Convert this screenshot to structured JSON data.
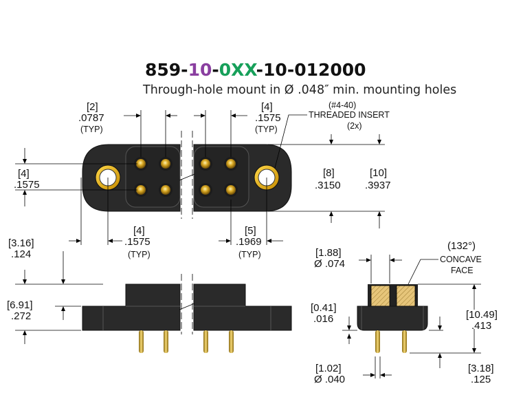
{
  "title": {
    "part_prefix": "859-",
    "part_seg2": "10",
    "part_dash1": "-",
    "part_seg3": "0XX",
    "part_suffix": "-10-012000",
    "seg2_color": "#8a3fa0",
    "seg3_color": "#17a05a",
    "subtitle": "Through-hole mount in Ø .048″ min. mounting holes"
  },
  "top_view": {
    "pitch_typ": {
      "mm": "[2]",
      "in": ".0787",
      "note": "(TYP)"
    },
    "row_pitch_typ": {
      "mm": "[4]",
      "in": ".1575",
      "note": "(TYP)"
    },
    "insert_callout": {
      "spec": "(#4-40)",
      "label": "THREADED INSERT",
      "qty": "(2x)"
    },
    "left_height": {
      "mm": "[4]",
      "in": ".1575"
    },
    "body_height": {
      "mm": "[8]",
      "in": ".3150"
    },
    "overall_height": {
      "mm": "[10]",
      "in": ".3937"
    },
    "hole_to_pin": {
      "mm": "[4]",
      "in": ".1575",
      "note": "(TYP)"
    },
    "hole_offset": {
      "mm": "[5]",
      "in": ".1969",
      "note": "(TYP)"
    }
  },
  "side_view": {
    "top_step": {
      "mm": "[3.16]",
      "in": ".124"
    },
    "body_thickness": {
      "mm": "[6.91]",
      "in": ".272"
    }
  },
  "end_view": {
    "contact_dia": {
      "mm": "[1.88]",
      "in": "Ø .074"
    },
    "concave": {
      "angle": "(132°)",
      "line1": "CONCAVE",
      "line2": "FACE"
    },
    "standoff": {
      "mm": "[0.41]",
      "in": ".016"
    },
    "total_height": {
      "mm": "[10.49]",
      "in": ".413"
    },
    "tail_dia": {
      "mm": "[1.02]",
      "in": "Ø .040"
    },
    "tail_length": {
      "mm": "[3.18]",
      "in": ".125"
    }
  },
  "colors": {
    "body": "#2a2a2a",
    "gold": "#d4a017",
    "insert_ring": "#e8b400"
  }
}
